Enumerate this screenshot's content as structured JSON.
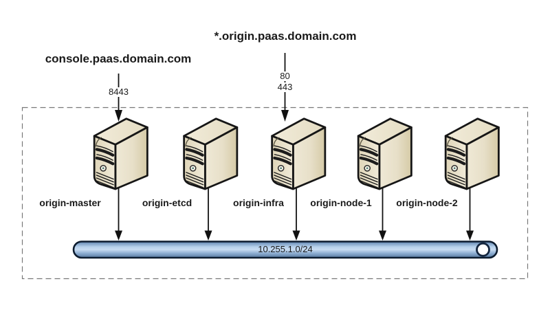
{
  "endpoints": [
    {
      "domain": "console.paas.domain.com",
      "ports": [
        "8443"
      ],
      "target": "origin-master"
    },
    {
      "domain": "*.origin.paas.domain.com",
      "ports": [
        "80",
        "443"
      ],
      "target": "origin-infra"
    }
  ],
  "servers": [
    {
      "name": "origin-master"
    },
    {
      "name": "origin-etcd"
    },
    {
      "name": "origin-infra"
    },
    {
      "name": "origin-node-1"
    },
    {
      "name": "origin-node-2"
    }
  ],
  "network": {
    "cidr": "10.255.1.0/24"
  },
  "colors": {
    "server_body": "#e8e0c6",
    "server_outline": "#161616",
    "network_bar_blue": "#7d9fc9",
    "network_bar_outline": "#0c1b2e",
    "dashed_border": "#777777",
    "text": "#1a1a1a",
    "background": "#ffffff"
  }
}
